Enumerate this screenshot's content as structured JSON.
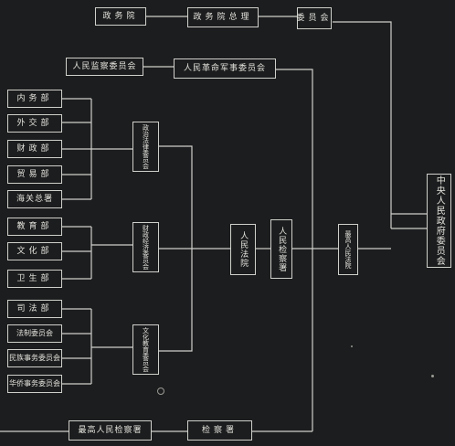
{
  "chart": {
    "title": "",
    "root": "中央人民政府委员会",
    "top_row_1": [
      "政务院",
      "政务院总理",
      "委员会"
    ],
    "top_row_2": [
      "人民监察委员会",
      "人民革命军事委员会"
    ],
    "left_group_1": [
      "内务部",
      "外交部",
      "财政部",
      "贸易部",
      "海关总署"
    ],
    "left_group_2": [
      "教育部",
      "文化部",
      "卫生部"
    ],
    "left_group_3": [
      "司法部",
      "法制委员会",
      "民族事务委员会",
      "华侨事务委员会"
    ],
    "mid_boxes": [
      "政治法律委员会",
      "财政经济委员会",
      "文化教育委员会"
    ],
    "center": [
      "人民法院",
      "人民检察署",
      "最高人民法院"
    ],
    "bottom_row": [
      "最高人民检察署",
      "检察署"
    ]
  },
  "colors": {
    "background": "#1c1d1e",
    "line": "#cfcfcb",
    "text": "#e2e2dc"
  }
}
